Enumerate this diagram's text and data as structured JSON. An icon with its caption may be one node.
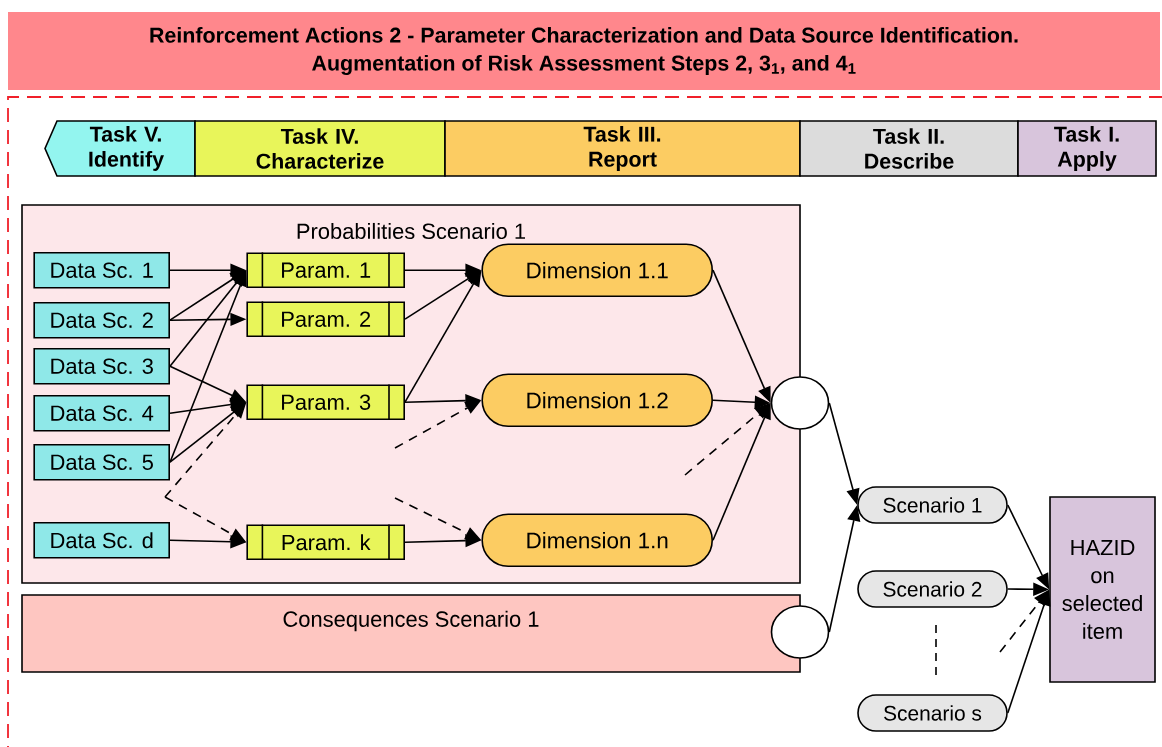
{
  "diagram": {
    "title": "Reinforcement Actions 2 - Parameter Characterization and Data Source Identification. Augmentation of Risk Assessment Steps 2, 3$_{1}$, and 4$_{1}$",
    "nodes": [
      {
        "text": [
          "Task V. Identify"
        ]
      },
      {
        "text": [
          "Task IV. Characterize"
        ]
      },
      {
        "text": [
          "Task III. Report"
        ]
      },
      {
        "text": [
          "Task II. Describe"
        ]
      },
      {
        "text": [
          "Task I. Apply"
        ]
      },
      {
        "text": [
          "Probabilities Scenario 1"
        ]
      },
      {
        "text": [
          "Data Sc. 1"
        ],
        "in": 5
      },
      {
        "text": [
          "Data Sc. 2"
        ],
        "in": 5
      },
      {
        "text": [
          "Data Sc. 3"
        ],
        "in": 5
      },
      {
        "text": [
          "Data Sc. 4"
        ],
        "in": 5
      },
      {
        "text": [
          "Data Sc. 5"
        ],
        "in": 5
      },
      {
        "text": [
          "Data Sc. d"
        ],
        "in": 5
      },
      {
        "text": [
          "Param. 1"
        ],
        "in": 5
      },
      {
        "text": [
          "Param. 2"
        ],
        "in": 5
      },
      {
        "text": [
          "Param. 3"
        ],
        "in": 5
      },
      {
        "text": [
          "Param. k"
        ],
        "in": 5
      },
      {
        "text": [
          "Dimension 1.1"
        ],
        "in": 5
      },
      {
        "text": [
          "Dimension 1.2"
        ],
        "in": 5
      },
      {
        "text": [
          "Dimension 1.n"
        ],
        "in": 5
      },
      {
        "text": [
          "Consequences Scenario 1"
        ]
      },
      {
        "text": [],
        "shape": "circle"
      },
      {
        "text": [],
        "shape": "circle"
      },
      {
        "text": [
          "Scenario 1"
        ]
      },
      {
        "text": [
          "Scenario 2"
        ]
      },
      {
        "text": [
          "Scenario s"
        ]
      },
      {
        "text": [
          "HAZID on selected item"
        ]
      }
    ],
    "edges": [
      {
        "from": 6,
        "to": 12,
        "arrow": "to"
      },
      {
        "from": 7,
        "to": 12,
        "arrow": "to"
      },
      {
        "from": 7,
        "to": 13,
        "arrow": "to"
      },
      {
        "from": 8,
        "to": 12,
        "arrow": "to"
      },
      {
        "from": 8,
        "to": 14,
        "arrow": "to"
      },
      {
        "from": 9,
        "to": 14,
        "arrow": "to"
      },
      {
        "from": 10,
        "to": 12,
        "arrow": "to"
      },
      {
        "from": 10,
        "to": 14,
        "arrow": "to"
      },
      {
        "from": null,
        "to": 14,
        "arrow": "to",
        "style": "dashed"
      },
      {
        "from": null,
        "to": 15,
        "arrow": "to",
        "style": "dashed"
      },
      {
        "from": 11,
        "to": 15,
        "arrow": "to"
      },
      {
        "from": 12,
        "to": 16,
        "arrow": "to"
      },
      {
        "from": 13,
        "to": 16,
        "arrow": "to"
      },
      {
        "from": 14,
        "to": 16,
        "arrow": "to"
      },
      {
        "from": 14,
        "to": 17,
        "arrow": "to"
      },
      {
        "from": null,
        "to": 17,
        "arrow": "to",
        "style": "dashed"
      },
      {
        "from": null,
        "to": 18,
        "arrow": "to",
        "style": "dashed"
      },
      {
        "from": 15,
        "to": 18,
        "arrow": "to"
      },
      {
        "from": 16,
        "to": 20,
        "arrow": "to"
      },
      {
        "from": 17,
        "to": 20,
        "arrow": "to"
      },
      {
        "from": null,
        "to": 20,
        "arrow": "to",
        "style": "dashed"
      },
      {
        "from": 18,
        "to": 20,
        "arrow": "to"
      },
      {
        "from": 20,
        "to": 22,
        "arrow": "to"
      },
      {
        "from": 21,
        "to": 22,
        "arrow": "to"
      },
      {
        "from": 22,
        "to": 25,
        "arrow": "to"
      },
      {
        "from": 23,
        "to": 25,
        "arrow": "to"
      },
      {
        "from": null,
        "to": 25,
        "arrow": "to",
        "style": "dashed"
      },
      {
        "from": 24,
        "to": 25,
        "arrow": "to"
      }
    ]
  }
}
